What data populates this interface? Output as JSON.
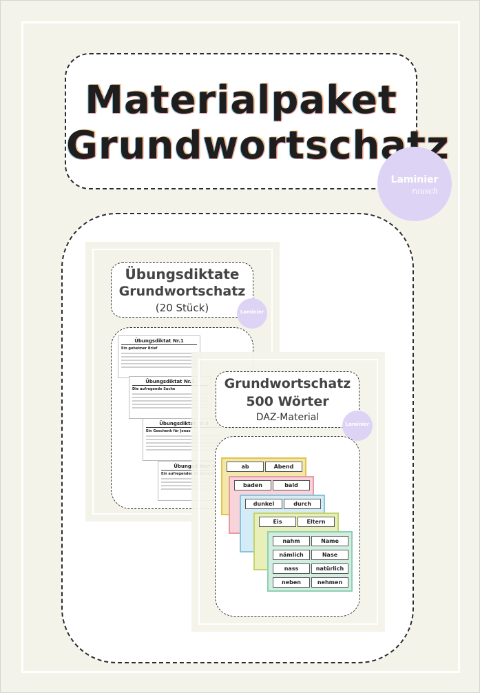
{
  "title": {
    "line1": "Materialpaket",
    "line2": "Grundwortschatz"
  },
  "badge": {
    "brand": "Laminier",
    "sub": "rausch"
  },
  "cover1": {
    "title1": "Übungsdiktate",
    "title2": "Grundwortschatz",
    "subtitle": "(20 Stück)",
    "badge": "Laminier",
    "sheets": [
      {
        "heading": "Übungsdiktat Nr.1",
        "subheading": "Ein geheimer Brief"
      },
      {
        "heading": "Übungsdiktat Nr.2",
        "subheading": "Die aufregende Suche"
      },
      {
        "heading": "Übungsdiktat Nr.3",
        "subheading": "Ein Geschenk für Jonas"
      },
      {
        "heading": "Übungsdiktat Nr.4",
        "subheading": "Ein aufregender Zoobesuch"
      }
    ]
  },
  "cover2": {
    "title1": "Grundwortschatz",
    "title2": "500 Wörter",
    "subtitle": "DAZ-Material",
    "badge": "Laminier",
    "cards": [
      {
        "color": "#e3c24a",
        "words": [
          "ab",
          "Abend"
        ]
      },
      {
        "color": "#e59aa5",
        "words": [
          "baden",
          "bald"
        ]
      },
      {
        "color": "#86c4de",
        "words": [
          "dunkel",
          "durch"
        ]
      },
      {
        "color": "#c5d46a",
        "words": [
          "Eis",
          "Eltern"
        ]
      },
      {
        "color": "#8fd0b4",
        "words": [
          "nahm",
          "Name",
          "nämlich",
          "Nase",
          "nass",
          "natürlich",
          "neben",
          "nehmen"
        ]
      }
    ]
  }
}
